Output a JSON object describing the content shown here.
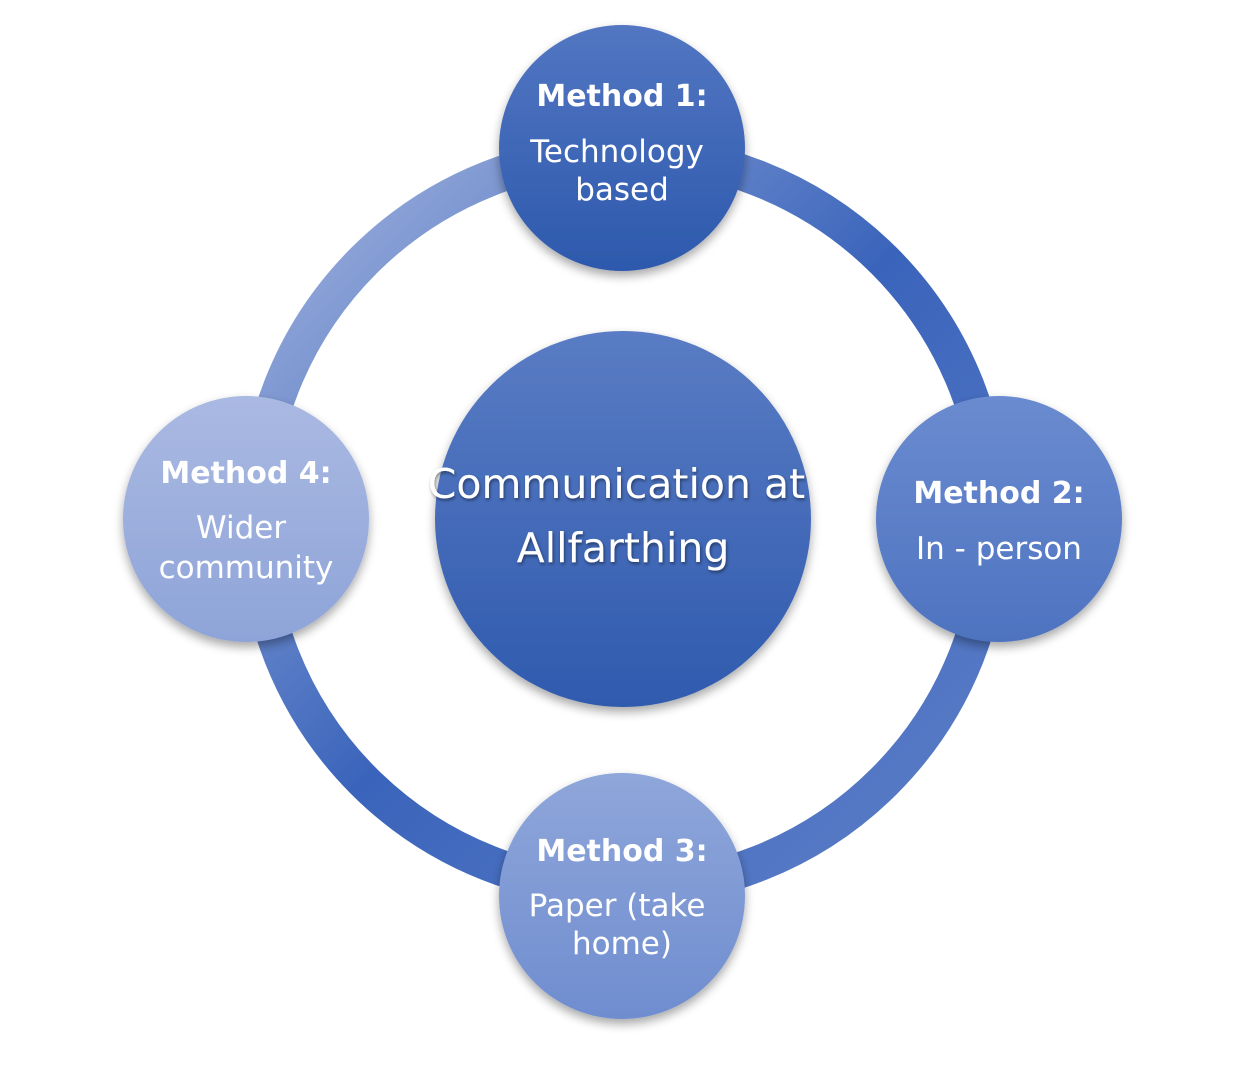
{
  "diagram": {
    "center": {
      "lines": [
        "Communication at",
        "Allfarthing"
      ]
    },
    "nodes": [
      {
        "title": "Method 1:",
        "lines": [
          "Technology",
          "based"
        ]
      },
      {
        "title": "Method 2:",
        "lines": [
          "In - person"
        ]
      },
      {
        "title": "Method 3:",
        "lines": [
          "Paper (take",
          "home)"
        ]
      },
      {
        "title": "Method 4:",
        "lines": [
          "Wider",
          "community"
        ]
      }
    ]
  },
  "colors": {
    "center_top": "#5a7cc4",
    "center_bottom": "#2f5aae",
    "method1_top": "#5276c2",
    "method1_bottom": "#2d59ad",
    "method2_top": "#6b8bd0",
    "method2_bottom": "#4e73c0",
    "method3_top": "#8fa6da",
    "method3_bottom": "#6f8dcf",
    "method4_top": "#aab9e2",
    "method4_bottom": "#8ea4d8",
    "ring_light": "#a6b6df",
    "ring_dark": "#3a64bb",
    "ring_mid": "#5f80c8"
  }
}
